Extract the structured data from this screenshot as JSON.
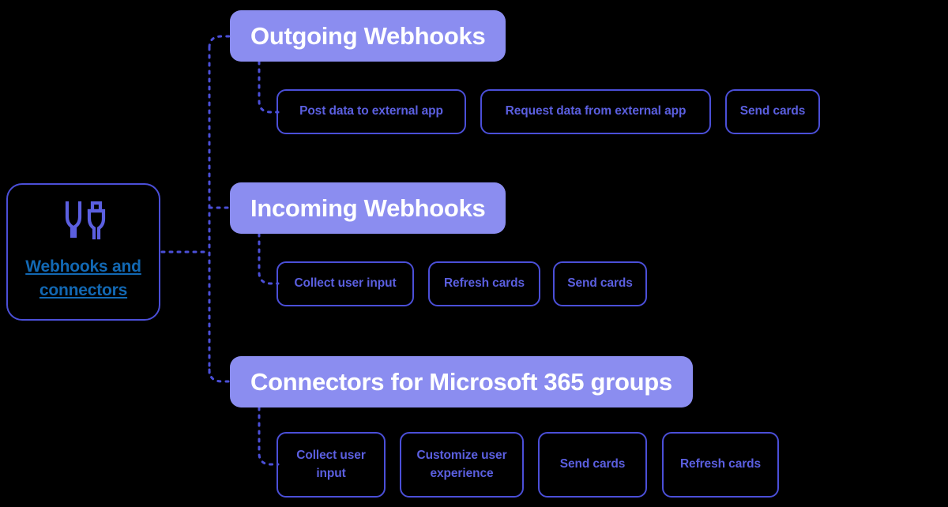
{
  "colors": {
    "background": "#000000",
    "pill_fill": "#8b8df0",
    "pill_text": "#ffffff",
    "box_border": "#4b4fd8",
    "box_text": "#5b5fe0",
    "link_text": "#1268b3",
    "connector": "#4b4fd8"
  },
  "root": {
    "icon": "plug-and-connector-icon",
    "label": "Webhooks and connectors",
    "label_line1": "Webhooks and",
    "label_line2": "connectors"
  },
  "sections": [
    {
      "id": "outgoing-webhooks",
      "title": "Outgoing Webhooks",
      "items": [
        {
          "label": "Post data to external app"
        },
        {
          "label": "Request data from external app"
        },
        {
          "label": "Send cards"
        }
      ]
    },
    {
      "id": "incoming-webhooks",
      "title": "Incoming Webhooks",
      "items": [
        {
          "label": "Collect user input"
        },
        {
          "label": "Refresh cards"
        },
        {
          "label": "Send cards"
        }
      ]
    },
    {
      "id": "connectors-for-microsoft-365-groups",
      "title": "Connectors for Microsoft 365 groups",
      "items": [
        {
          "label": "Collect user input"
        },
        {
          "label": "Customize user experience"
        },
        {
          "label": "Send cards"
        },
        {
          "label": "Refresh cards"
        }
      ]
    }
  ]
}
